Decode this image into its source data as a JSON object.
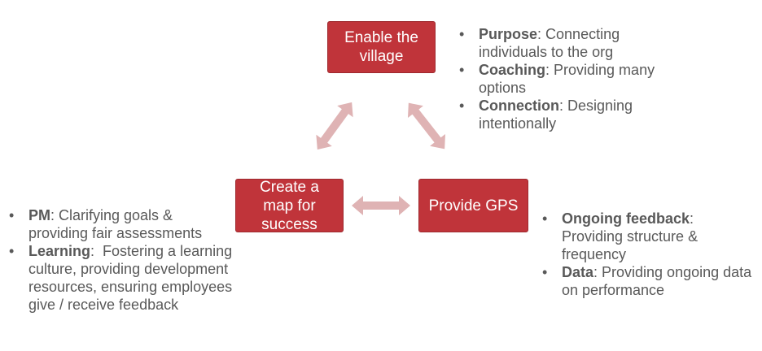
{
  "nodes": {
    "top": {
      "label": "Enable the village"
    },
    "left": {
      "label": "Create a map for success"
    },
    "right": {
      "label": "Provide GPS"
    }
  },
  "lists": {
    "top": [
      {
        "term": "Purpose",
        "text": ": Connecting individuals to the org"
      },
      {
        "term": "Coaching",
        "text": ": Providing many options"
      },
      {
        "term": "Connection",
        "text": ": Designing intentionally"
      }
    ],
    "left": [
      {
        "term": "PM",
        "text": ": Clarifying goals & providing fair assessments"
      },
      {
        "term": "Learning",
        "text": ":  Fostering a learning culture, providing development resources, ensuring employees give / receive feedback"
      }
    ],
    "right": [
      {
        "term": "Ongoing feedback",
        "text": ": Providing structure & frequency"
      },
      {
        "term": "Data",
        "text": ": Providing ongoing data on performance"
      }
    ]
  },
  "colors": {
    "node_fill": "#c0343a",
    "arrow_fill": "#dfb3b4",
    "text": "#595959"
  }
}
